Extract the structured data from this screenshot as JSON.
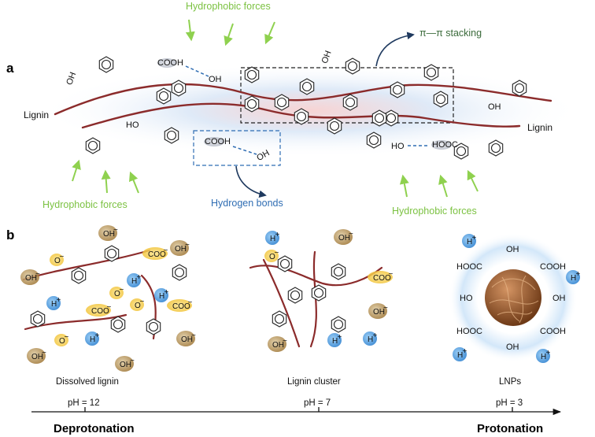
{
  "panel_a": {
    "label": "a",
    "hydrophobic_top": "Hydrophobic forces",
    "hydrophobic_left": "Hydrophobic forces",
    "hydrophobic_right": "Hydrophobic forces",
    "pi_stacking": "π—π stacking",
    "hydrogen_bonds": "Hydrogen bonds",
    "lignin_left": "Lignin",
    "lignin_right": "Lignin",
    "groups": {
      "cooh": "COOH",
      "hooc": "HOOC",
      "oh": "OH",
      "ho": "HO"
    }
  },
  "panel_b": {
    "label": "b",
    "stages": [
      {
        "caption": "Dissolved lignin",
        "ph": "pH = 12"
      },
      {
        "caption": "Lignin cluster",
        "ph": "pH = 7"
      },
      {
        "caption": "LNPs",
        "ph": "pH = 3"
      }
    ],
    "ions": {
      "hydroxide": "OH",
      "proton": "H",
      "carboxylate": "COO",
      "oxide": "O",
      "minus": "−",
      "plus": "+"
    },
    "axis": {
      "left": "Deprotonation",
      "right": "Protonation"
    }
  },
  "colors": {
    "chain": "#8b2b2b",
    "force_text": "#7cc242",
    "force_arrow": "#8fd14f",
    "hbond_text": "#2f6db3",
    "pi_text": "#3b6b3b",
    "hydroxide_blob": "#b08a4a",
    "proton_blob": "#3a8fd9",
    "carboxylate_blob": "#f2c230",
    "glow": "#cfe4f7",
    "particle": "#9a5a2a"
  }
}
